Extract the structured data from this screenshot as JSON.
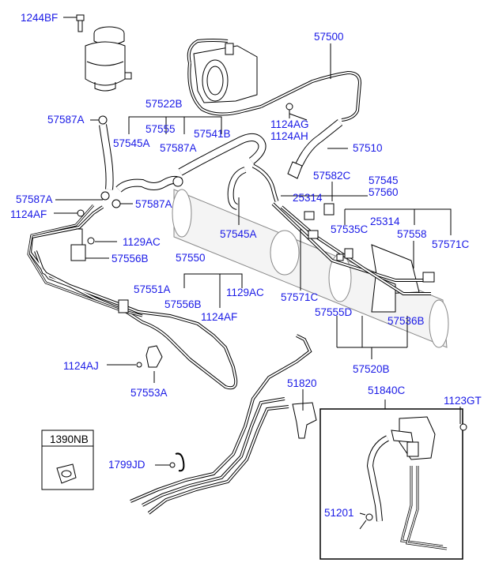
{
  "labels": {
    "p1244BF": "1244BF",
    "p57500": "57500",
    "p57522B": "57522B",
    "p57587A_1": "57587A",
    "p57555": "57555",
    "p57541B": "57541B",
    "p57545A_1": "57545A",
    "p57587A_2": "57587A",
    "p1124AG": "1124AG",
    "p1124AH": "1124AH",
    "p57510": "57510",
    "p57582C": "57582C",
    "p57545": "57545",
    "p57560": "57560",
    "p57587A_3": "57587A",
    "p57587A_4": "57587A",
    "p25314_1": "25314",
    "p25314_2": "25314",
    "p1124AF_1": "1124AF",
    "p57545A_2": "57545A",
    "p57535C": "57535C",
    "p57558": "57558",
    "p1129AC_1": "1129AC",
    "p57571C_1": "57571C",
    "p57556B_1": "57556B",
    "p57550": "57550",
    "p57551A": "57551A",
    "p57556B_2": "57556B",
    "p1129AC_2": "1129AC",
    "p1124AF_2": "1124AF",
    "p57571C_2": "57571C",
    "p57555D": "57555D",
    "p57536B": "57536B",
    "p1124AJ": "1124AJ",
    "p57553A": "57553A",
    "p57520B": "57520B",
    "p51820": "51820",
    "p51840C": "51840C",
    "p1123GT": "1123GT",
    "p1390NB": "1390NB",
    "p1799JD": "1799JD",
    "p51201": "51201"
  },
  "colors": {
    "label": "#1a1ae6",
    "line": "#000000"
  }
}
